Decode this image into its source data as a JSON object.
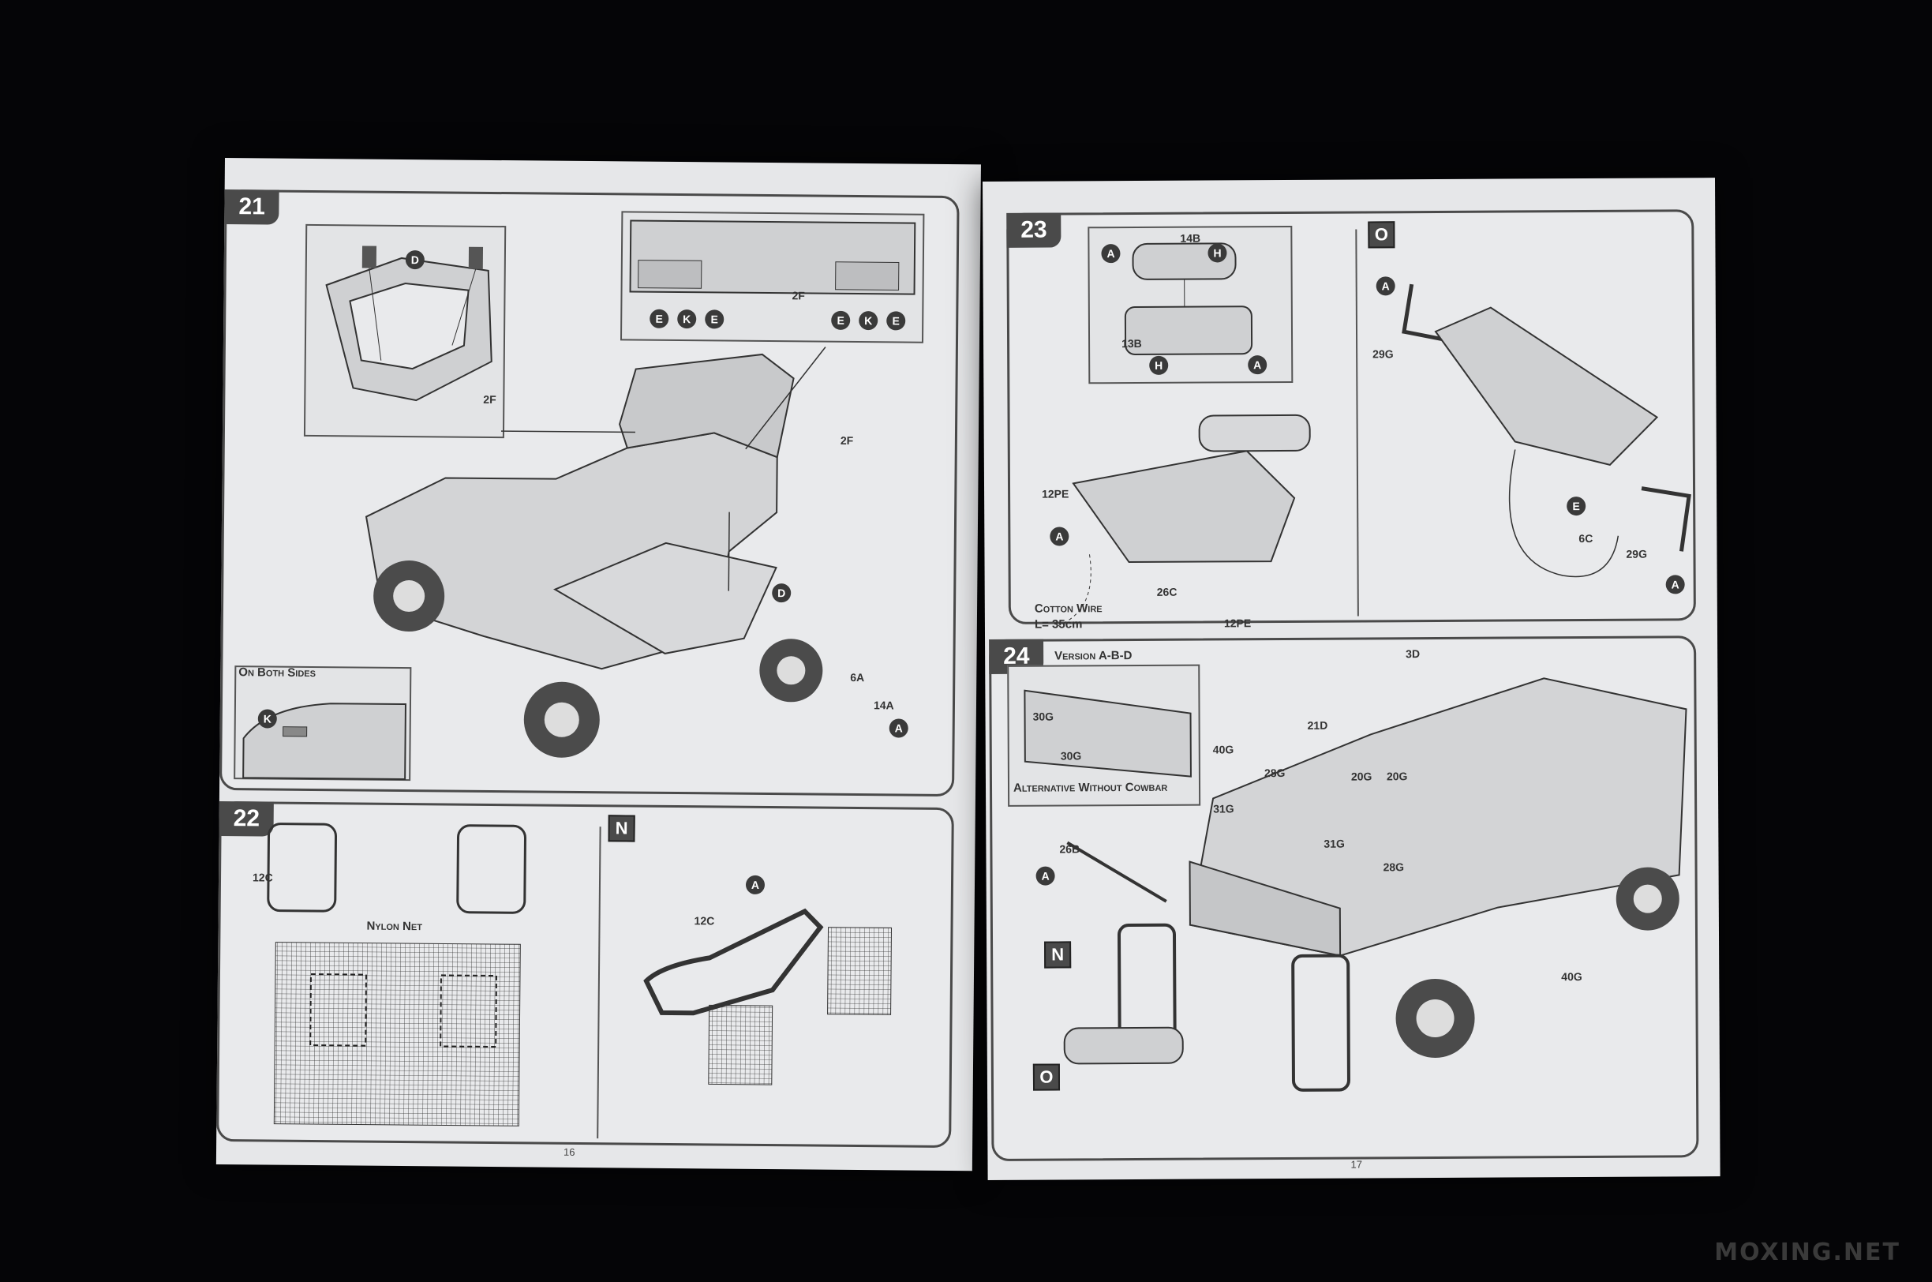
{
  "left_page": {
    "page_number": "16",
    "step21": {
      "number": "21",
      "labels": {
        "d_top": "D",
        "two_f_a": "2F",
        "two_f_b": "2F",
        "two_f_c": "2F",
        "d_main": "D",
        "six_a": "6A",
        "fourteen_a": "14A",
        "a": "A",
        "k": "K"
      },
      "detail_letters": [
        "E",
        "K",
        "E",
        "E",
        "K",
        "E"
      ],
      "on_both_sides": "On Both Sides"
    },
    "step22": {
      "number": "22",
      "twelve_c_a": "12C",
      "twelve_c_b": "12C",
      "nylon_net": "Nylon Net",
      "panel_letter": "N",
      "a": "A"
    }
  },
  "right_page": {
    "page_number": "17",
    "step23": {
      "number": "23",
      "fourteen_b": "14B",
      "thirteen_b": "13B",
      "h1": "H",
      "h2": "H",
      "a1": "A",
      "a2": "A",
      "a3": "A",
      "twelve_pe_a": "12PE",
      "twelve_pe_b": "12PE",
      "twentysix_c": "26C",
      "cotton_wire": "Cotton Wire",
      "length": "L= 35cm",
      "panel_letter": "O",
      "twentynine_g_a": "29G",
      "twentynine_g_b": "29G",
      "six_c": "6C",
      "e": "E",
      "a_o1": "A",
      "a_o2": "A"
    },
    "step24": {
      "number": "24",
      "version": "Version A-B-D",
      "three_d": "3D",
      "thirty_g_a": "30G",
      "thirty_g_b": "30G",
      "alternative": "Alternative Without Cowbar",
      "forty_g_a": "40G",
      "forty_g_b": "40G",
      "twentyone_d": "21D",
      "twentyeight_g_a": "28G",
      "twentyeight_g_b": "28G",
      "twenty_g_a": "20G",
      "twenty_g_b": "20G",
      "thirtyone_g_a": "31G",
      "thirtyone_g_b": "31G",
      "twentysix_b": "26B",
      "a": "A",
      "n": "N",
      "o": "O"
    }
  },
  "watermark": "MOXING.NET"
}
